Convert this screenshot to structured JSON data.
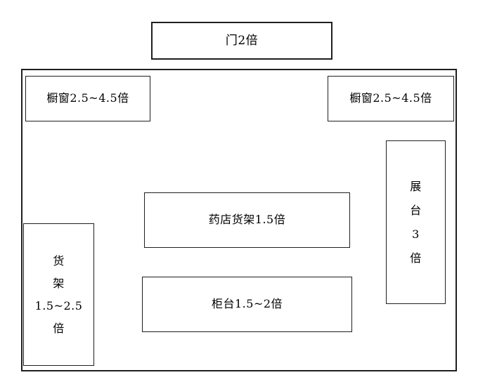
{
  "page": {
    "background": "#ffffff",
    "border_color": "#1f1f1f",
    "text_color": "#000000"
  },
  "floorplan": {
    "door": {
      "label": "门2倍"
    },
    "window_left": {
      "label": "橱窗2.5~4.5倍"
    },
    "window_right": {
      "label": "橱窗2.5~4.5倍"
    },
    "pharmacy_shelf": {
      "label": "药店货架1.5倍"
    },
    "counter": {
      "label": "柜台1.5~2倍"
    },
    "display_stand": {
      "label": "展\n台\n3\n倍"
    },
    "shelf": {
      "label": "货\n架\n1.5~2.5\n倍"
    }
  }
}
